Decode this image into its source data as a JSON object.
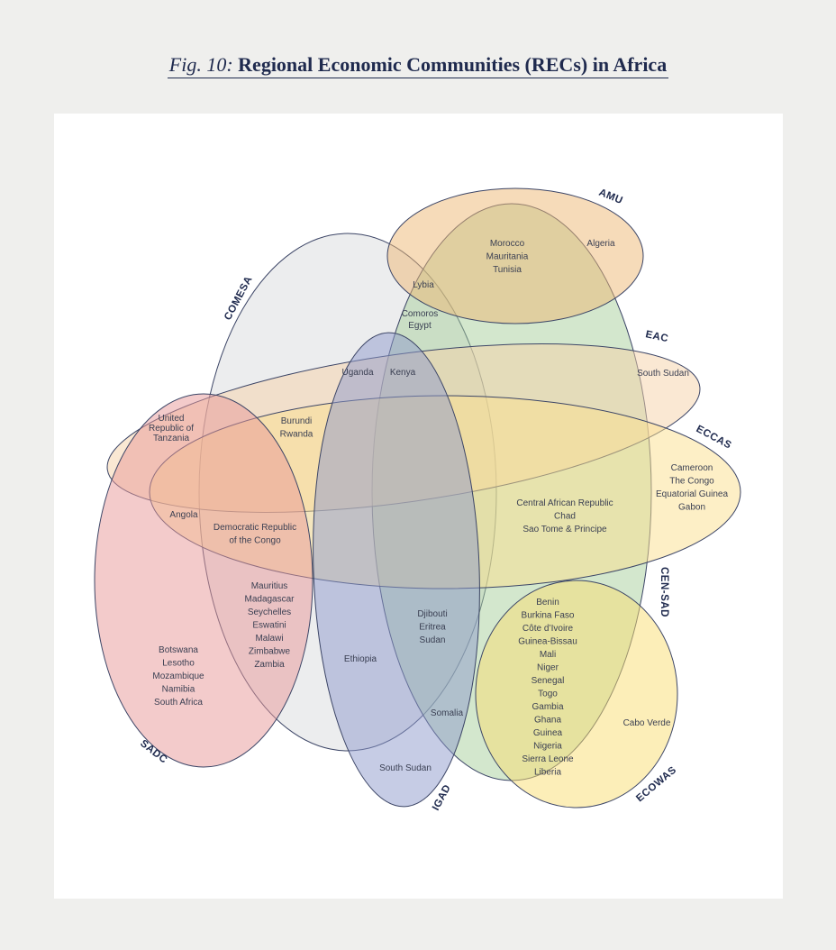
{
  "title": {
    "label": "Fig. 10:",
    "text": "Regional Economic Communities (RECs) in Africa"
  },
  "recs": {
    "amu": {
      "name": "AMU",
      "color": "#eeb873"
    },
    "comesa": {
      "name": "COMESA",
      "color": "#d9dcdd"
    },
    "censad": {
      "name": "CEN-SAD",
      "color": "#a8cf9c"
    },
    "eac": {
      "name": "EAC",
      "color": "#f5d1a7"
    },
    "eccas": {
      "name": "ECCAS",
      "color": "#fbe08e"
    },
    "sadc": {
      "name": "SADC",
      "color": "#e89797"
    },
    "igad": {
      "name": "IGAD",
      "color": "#8e99cc"
    },
    "ecowas": {
      "name": "ECOWAS",
      "color": "#fadd72"
    }
  },
  "groups": {
    "amu_censad": [
      "Morocco",
      "Mauritania",
      "Tunisia"
    ],
    "amu_only": [
      "Algeria"
    ],
    "amu_comesa_censad": [
      "Lybia"
    ],
    "comesa_censad": [
      "Comoros",
      "Egypt"
    ],
    "comesa_eac_igad": [
      "Uganda"
    ],
    "comesa_eac_igad_censad": [
      "Kenya"
    ],
    "eac_only": [
      "South Sudan"
    ],
    "eac_sadc": [
      "United",
      "Republic of",
      "Tanzania"
    ],
    "comesa_eac_eccas": [
      "Burundi",
      "Rwanda"
    ],
    "eccas_only": [
      "Cameroon",
      "The Congo",
      "Equatorial Guinea",
      "Gabon"
    ],
    "eccas_sadc": [
      "Angola"
    ],
    "comesa_eccas_sadc": [
      "Democratic Republic",
      "of the Congo"
    ],
    "eccas_censad": [
      "Central African Republic",
      "Chad",
      "Sao Tome & Principe"
    ],
    "comesa_sadc": [
      "Mauritius",
      "Madagascar",
      "Seychelles",
      "Eswatini",
      "Malawi",
      "Zimbabwe",
      "Zambia"
    ],
    "sadc_only": [
      "Botswana",
      "Lesotho",
      "Mozambique",
      "Namibia",
      "South Africa"
    ],
    "comesa_igad": [
      "Ethiopia"
    ],
    "comesa_igad_censad": [
      "Djibouti",
      "Eritrea",
      "Sudan"
    ],
    "igad_censad": [
      "Somalia"
    ],
    "igad_only": [
      "South Sudan"
    ],
    "ecowas_censad": [
      "Benin",
      "Burkina Faso",
      "Côte d’Ivoire",
      "Guinea-Bissau",
      "Mali",
      "Niger",
      "Senegal",
      "Togo",
      "Gambia",
      "Ghana",
      "Guinea",
      "Nigeria",
      "Sierra Leone",
      "Liberia"
    ],
    "ecowas_only": [
      "Cabo Verde"
    ]
  }
}
